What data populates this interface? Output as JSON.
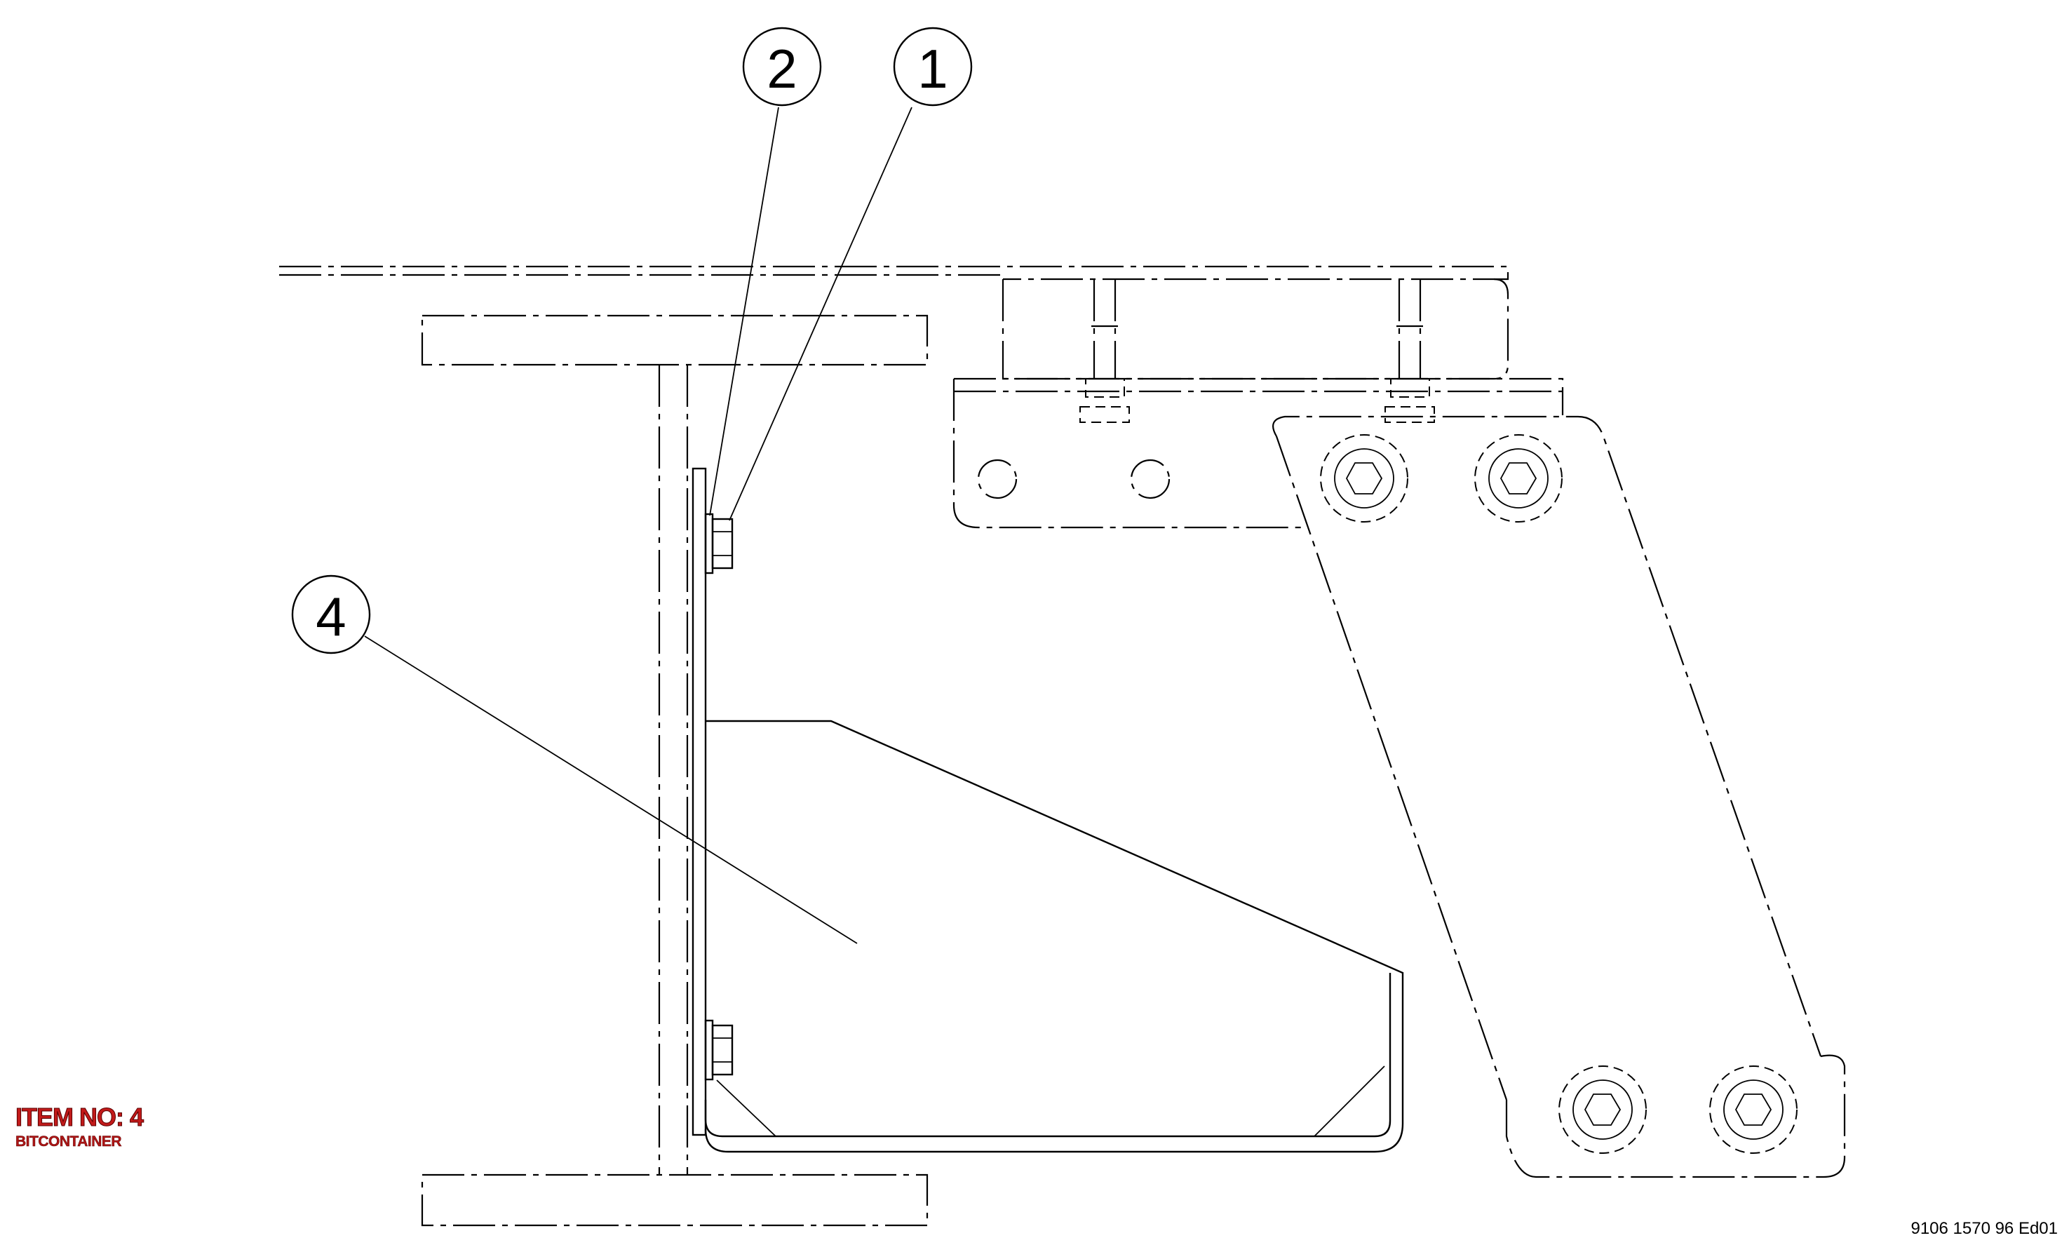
{
  "diagram": {
    "item_label": "ITEM NO: 4",
    "item_description": "BITCONTAINER",
    "document_number": "9106 1570 96 Ed01",
    "callouts": [
      {
        "number": "1"
      },
      {
        "number": "2"
      },
      {
        "number": "4"
      }
    ]
  }
}
